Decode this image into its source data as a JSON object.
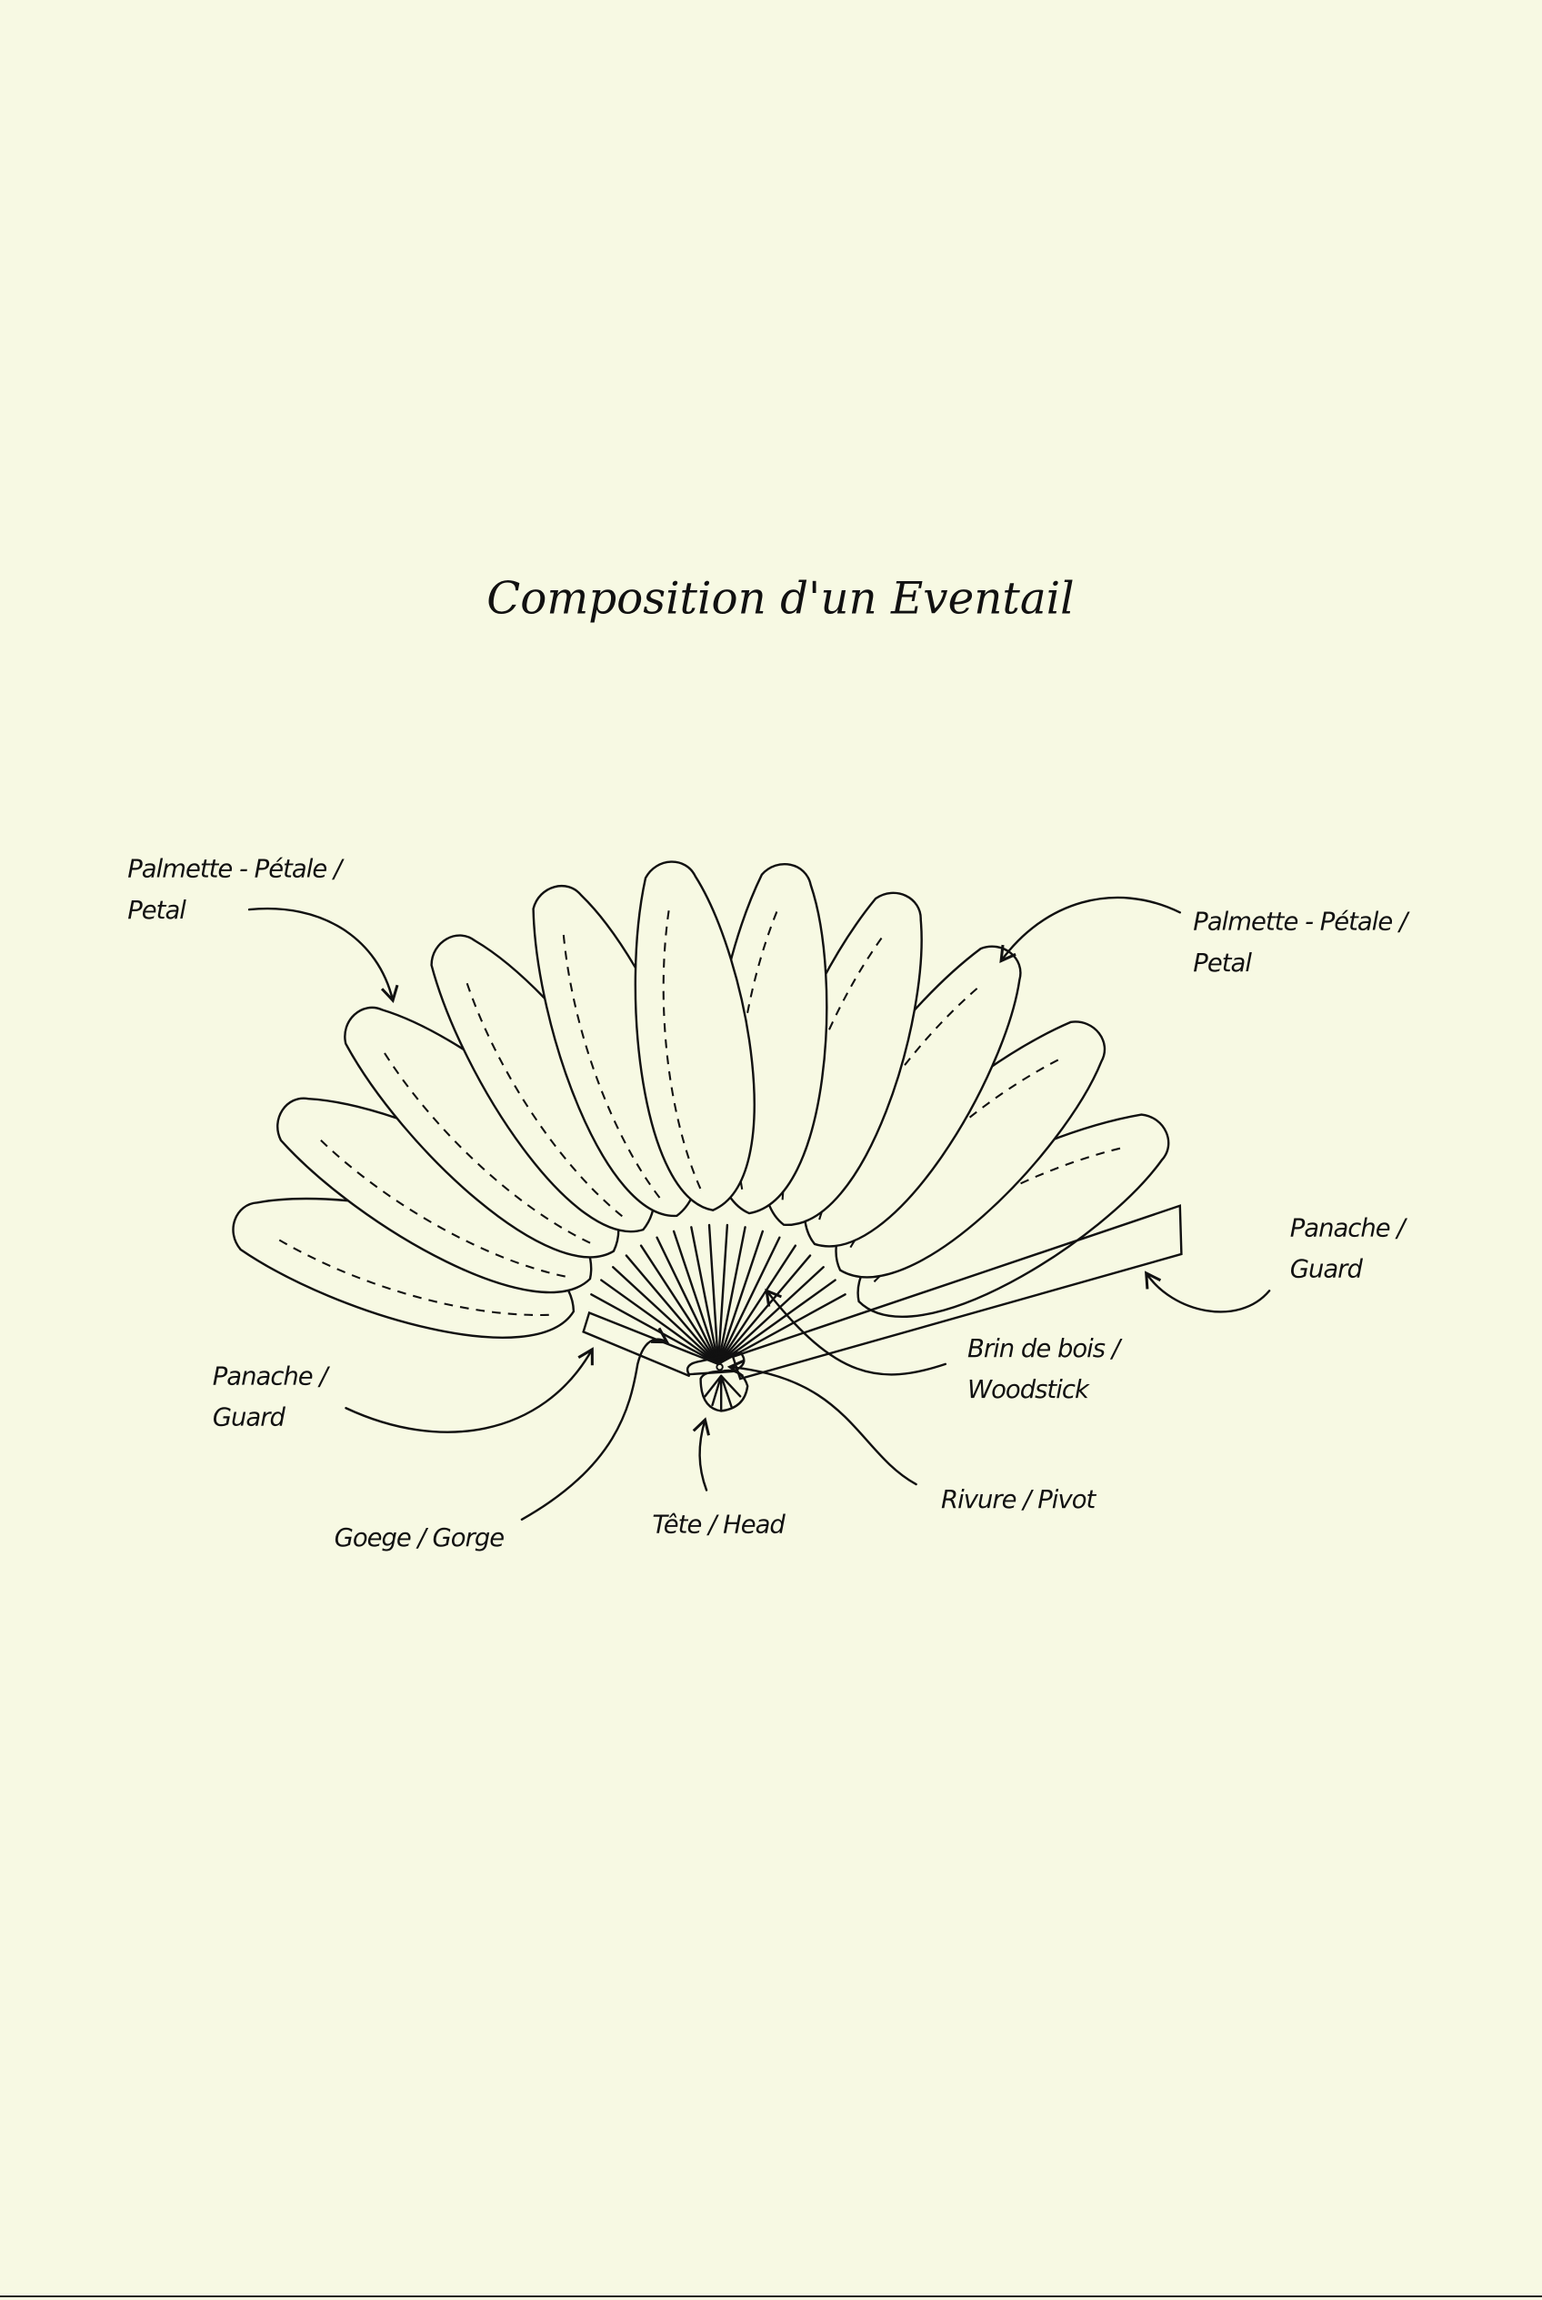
{
  "title": "Composition d'un Eventail",
  "labels": {
    "petal_left": {
      "line1": "Palmette - Pétale /",
      "line2": "Petal"
    },
    "petal_right": {
      "line1": "Palmette - Pétale /",
      "line2": "Petal"
    },
    "guard_right": {
      "line1": "Panache /",
      "line2": "Guard"
    },
    "guard_left": {
      "line1": "Panache /",
      "line2": "Guard"
    },
    "woodstick": {
      "line1": "Brin de bois /",
      "line2": "Woodstick"
    },
    "pivot": "Rivure / Pivot",
    "head": "Tête / Head",
    "gorge": "Goege / Gorge"
  },
  "colors": {
    "background": "#f7f9e3",
    "ink": "#111111"
  }
}
